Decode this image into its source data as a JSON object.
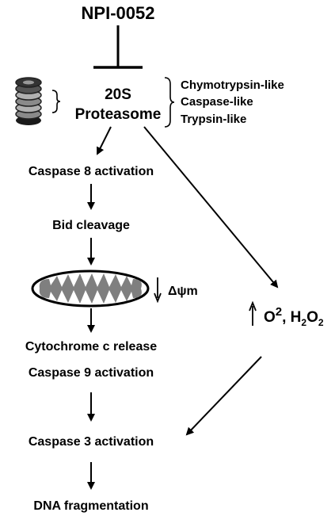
{
  "inhibitor": "NPI-0052",
  "proteasome": {
    "line1": "20S",
    "line2": "Proteasome"
  },
  "activities": [
    "Chymotrypsin-like",
    "Caspase-like",
    "Trypsin-like"
  ],
  "steps": {
    "caspase8": "Caspase 8 activation",
    "bid": "Bid cleavage",
    "membrane_potential": "Δψm",
    "cytochrome": "Cytochrome c release",
    "caspase9": "Caspase 9 activation",
    "caspase3": "Caspase 3 activation",
    "dna": "DNA fragmentation"
  },
  "ros": {
    "o2": "O",
    "o2_sup": "2",
    "sep": ", H",
    "h_sub": "2",
    "o": "O",
    "o_sub": "2"
  },
  "colors": {
    "line": "#000000",
    "mito_outer": "#ffffff",
    "mito_inner": "#7f7f7f"
  },
  "icons": [
    "proteasome-cylinder-icon",
    "mitochondrion-icon",
    "up-arrow-icon",
    "down-arrow-icon"
  ]
}
